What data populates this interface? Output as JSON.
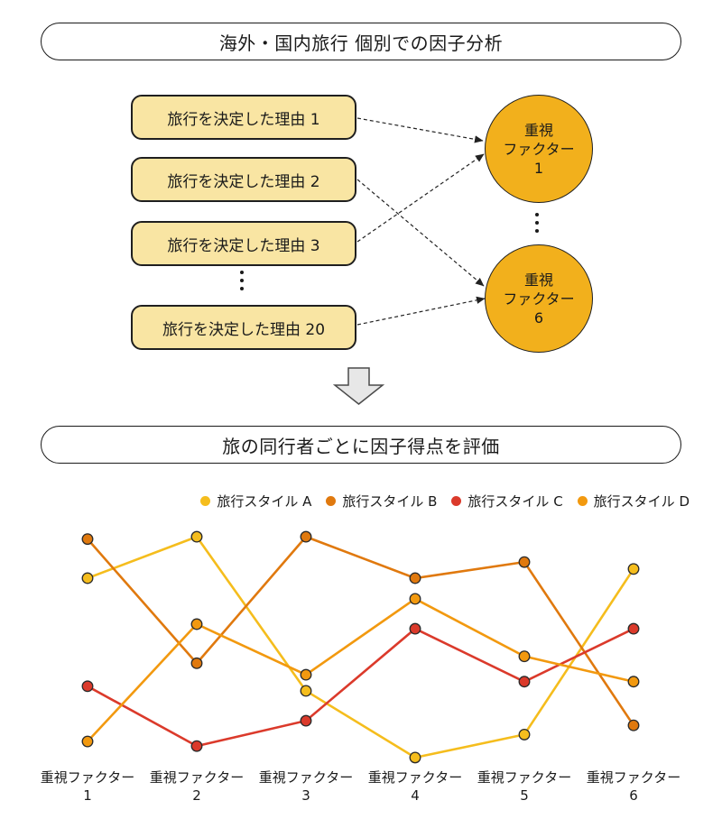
{
  "banner_top": {
    "text": "海外・国内旅行 個別での因子分析"
  },
  "banner_bottom": {
    "text": "旅の同行者ごとに因子得点を評価"
  },
  "flow": {
    "box_fill": "#F9E5A3",
    "circle_fill": "#F2B01C",
    "boxes": [
      "旅行を決定した理由 1",
      "旅行を決定した理由 2",
      "旅行を決定した理由 3",
      "旅行を決定した理由 20"
    ],
    "factors": [
      {
        "line1": "重視",
        "line2": "ファクター",
        "line3": "1"
      },
      {
        "line1": "重視",
        "line2": "ファクター",
        "line3": "6"
      }
    ]
  },
  "chart_data": {
    "type": "line",
    "title": "",
    "xlabel": "",
    "ylabel": "",
    "ylim": [
      0,
      10.5
    ],
    "grid": false,
    "legend_position": "top-right",
    "categories": [
      "重視ファクター\n1",
      "重視ファクター\n2",
      "重視ファクター\n3",
      "重視ファクター\n4",
      "重視ファクター\n5",
      "重視ファクター\n6"
    ],
    "series": [
      {
        "name": "旅行スタイル A",
        "color": "#F5BD1D",
        "values": [
          8.0,
          9.8,
          3.1,
          0.2,
          1.2,
          8.4
        ]
      },
      {
        "name": "旅行スタイル B",
        "color": "#E0790E",
        "values": [
          9.7,
          4.3,
          9.8,
          8.0,
          8.7,
          1.6
        ]
      },
      {
        "name": "旅行スタイル C",
        "color": "#DB3A2B",
        "values": [
          3.3,
          0.7,
          1.8,
          5.8,
          3.5,
          5.8
        ]
      },
      {
        "name": "旅行スタイル D",
        "color": "#F2990F",
        "values": [
          0.9,
          6.0,
          3.8,
          7.1,
          4.6,
          3.5
        ]
      }
    ]
  }
}
